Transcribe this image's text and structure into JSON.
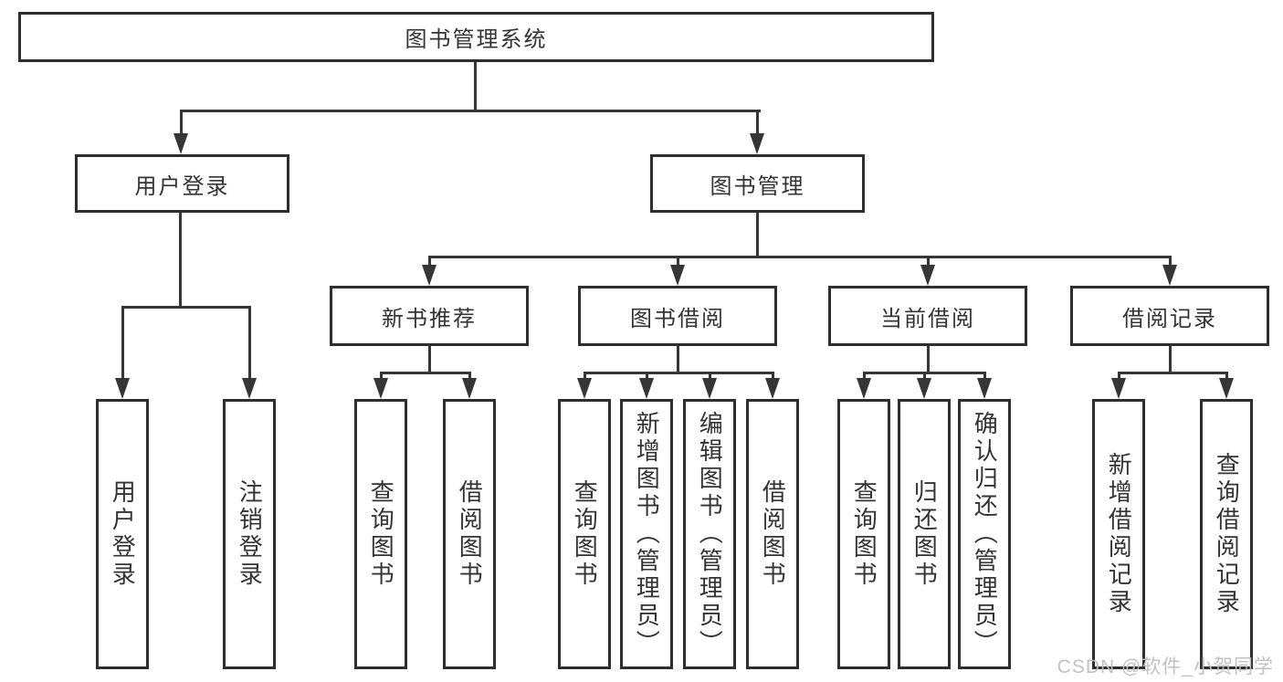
{
  "diagram": {
    "title": "图书管理系统",
    "root": {
      "label": "图书管理系统"
    },
    "branches": [
      {
        "label": "用户登录",
        "children": [
          {
            "label": "用户登录"
          },
          {
            "label": "注销登录"
          }
        ]
      },
      {
        "label": "图书管理",
        "sections": [
          {
            "label": "新书推荐",
            "children": [
              {
                "label": "查询图书"
              },
              {
                "label": "借阅图书"
              }
            ]
          },
          {
            "label": "图书借阅",
            "children": [
              {
                "label": "查询图书"
              },
              {
                "label": "新增图书（管理员）"
              },
              {
                "label": "编辑图书（管理员）"
              },
              {
                "label": "借阅图书"
              }
            ]
          },
          {
            "label": "当前借阅",
            "children": [
              {
                "label": "查询图书"
              },
              {
                "label": "归还图书"
              },
              {
                "label": "确认归还（管理员）"
              }
            ]
          },
          {
            "label": "借阅记录",
            "children": [
              {
                "label": "新增借阅记录"
              },
              {
                "label": "查询借阅记录"
              }
            ]
          }
        ]
      }
    ]
  },
  "colors": {
    "box_border": "#2e2e2e",
    "connector": "#363636",
    "text": "#333333",
    "watermark": "#bebebe",
    "background": "#ffffff"
  },
  "watermark": {
    "text": "CSDN @软件_小贺同学"
  }
}
